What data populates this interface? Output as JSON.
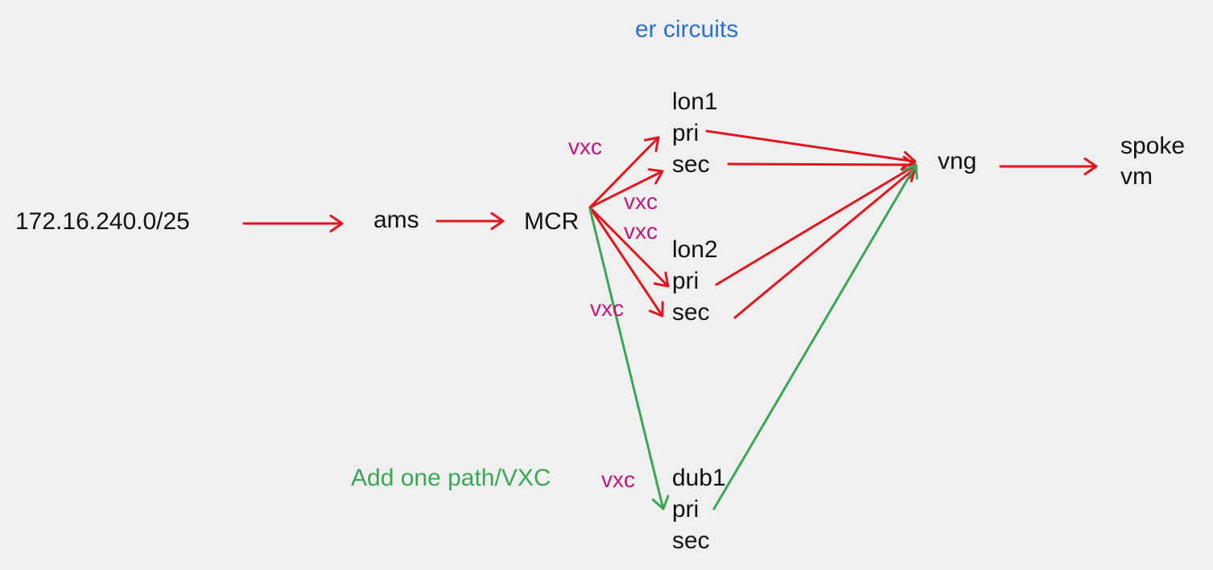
{
  "colors": {
    "background": "#f0f0f0",
    "text": "#111111",
    "red_arrow": "#e0151f",
    "green_arrow": "#3aa655",
    "vxc_label": "#c0187a",
    "blue_title": "#2e6fc9",
    "green_note": "#3aa655"
  },
  "title": "er circuits",
  "source_prefix": "172.16.240.0/25",
  "nodes": {
    "ams": "ams",
    "mcr": "MCR",
    "vng": "vng",
    "spoke": [
      "spoke",
      "vm"
    ]
  },
  "circuits": {
    "lon1": {
      "name": "lon1",
      "pri": "pri",
      "sec": "sec"
    },
    "lon2": {
      "name": "lon2",
      "pri": "pri",
      "sec": "sec"
    },
    "dub1": {
      "name": "dub1",
      "pri": "pri",
      "sec": "sec"
    }
  },
  "vxc_labels": [
    "vxc",
    "vxc",
    "vxc",
    "vxc",
    "vxc"
  ],
  "note": "Add one path/VXC"
}
